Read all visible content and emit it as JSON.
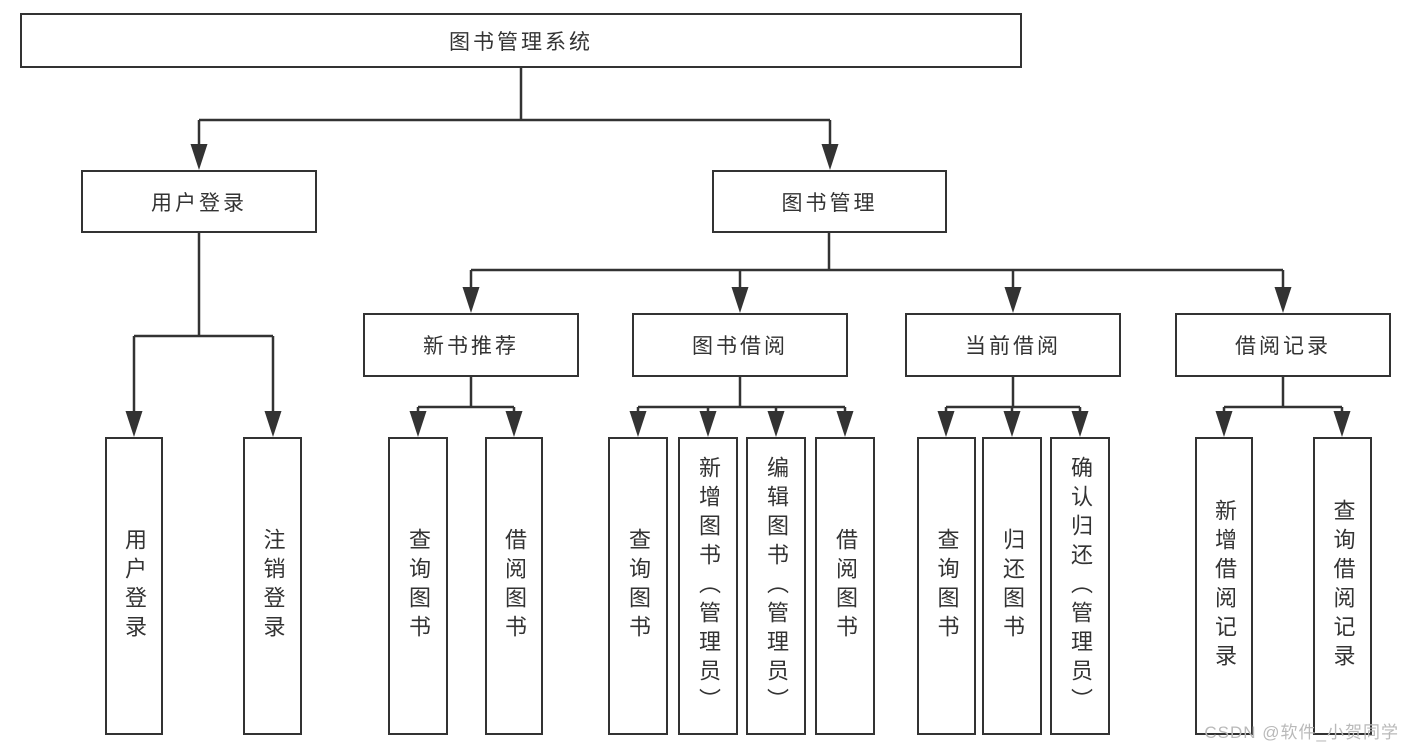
{
  "diagram": {
    "root": {
      "label": "图书管理系统"
    },
    "level2": {
      "user_login": {
        "label": "用户登录"
      },
      "book_management": {
        "label": "图书管理"
      }
    },
    "level3": {
      "new_book_recommend": {
        "label": "新书推荐",
        "parent": "图书管理"
      },
      "book_borrowing": {
        "label": "图书借阅",
        "parent": "图书管理"
      },
      "current_borrowing": {
        "label": "当前借阅",
        "parent": "图书管理"
      },
      "borrowing_records": {
        "label": "借阅记录",
        "parent": "图书管理"
      }
    },
    "leaves": [
      {
        "label": "用户登录",
        "parent": "用户登录"
      },
      {
        "label": "注销登录",
        "parent": "用户登录"
      },
      {
        "label": "查询图书",
        "parent": "新书推荐"
      },
      {
        "label": "借阅图书",
        "parent": "新书推荐"
      },
      {
        "label": "查询图书",
        "parent": "图书借阅"
      },
      {
        "label": "新增图书（管理员）",
        "parent": "图书借阅"
      },
      {
        "label": "编辑图书（管理员）",
        "parent": "图书借阅"
      },
      {
        "label": "借阅图书",
        "parent": "图书借阅"
      },
      {
        "label": "查询图书",
        "parent": "当前借阅"
      },
      {
        "label": "归还图书",
        "parent": "当前借阅"
      },
      {
        "label": "确认归还（管理员）",
        "parent": "当前借阅"
      },
      {
        "label": "新增借阅记录",
        "parent": "借阅记录"
      },
      {
        "label": "查询借阅记录",
        "parent": "借阅记录"
      }
    ]
  },
  "colors": {
    "line": "#333333",
    "box_border": "#333333",
    "text": "#333333",
    "background": "#ffffff",
    "watermark": "#b9b9b9"
  },
  "watermark": {
    "text": "CSDN @软件_小贺同学"
  }
}
